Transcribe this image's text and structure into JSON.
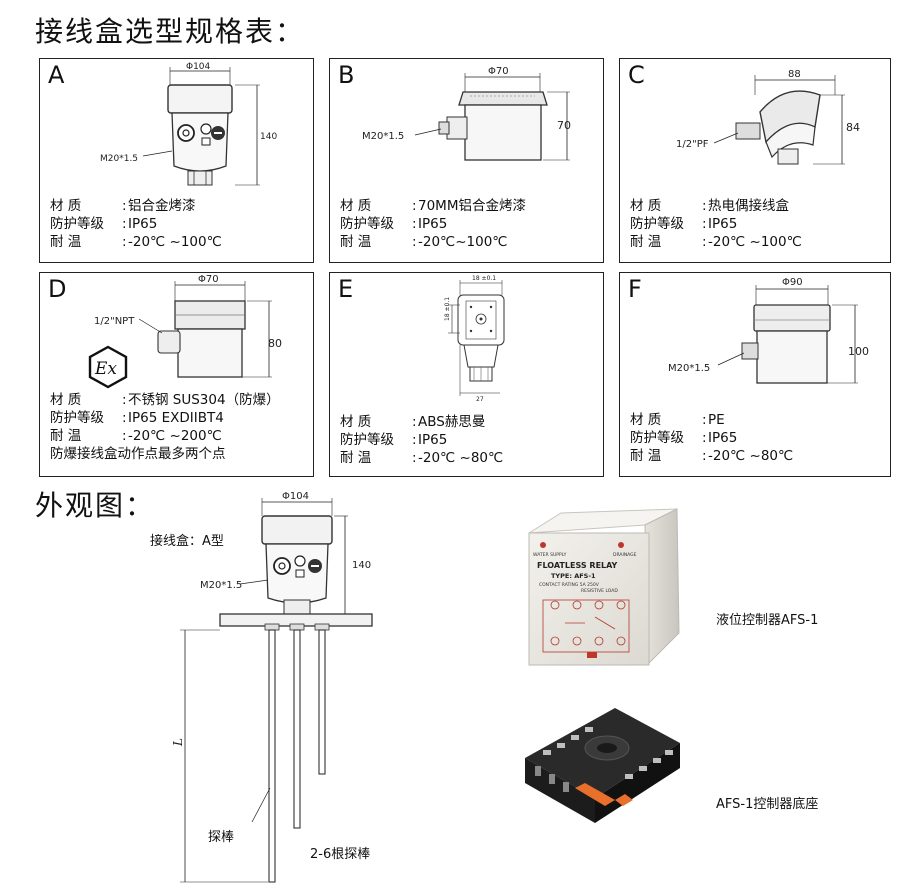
{
  "title": "接线盒选型规格表：",
  "labels": {
    "material": "材 质",
    "protection": "防护等级",
    "temperature": "耐 温"
  },
  "boxes": [
    {
      "letter": "A",
      "dim_d": "Φ104",
      "dim_h": "140",
      "thread": "M20*1.5",
      "material": "铝合金烤漆",
      "protection": "IP65",
      "temperature": "-20℃ ~100℃"
    },
    {
      "letter": "B",
      "dim_d": "Φ70",
      "dim_h": "70",
      "thread": "M20*1.5",
      "material": "70MM铝合金烤漆",
      "protection": "IP65",
      "temperature": "-20℃~100℃"
    },
    {
      "letter": "C",
      "dim_d": "88",
      "dim_h": "84",
      "thread": "1/2\"PF",
      "material": "热电偶接线盒",
      "protection": "IP65",
      "temperature": "-20℃ ~100℃"
    },
    {
      "letter": "D",
      "dim_d": "Φ70",
      "dim_h": "80",
      "thread": "1/2\"NPT",
      "material": "不锈钢 SUS304（防爆）",
      "protection": "IP65 EXDIIBT4",
      "temperature": "-20℃ ~200℃",
      "note": "防爆接线盒动作点最多两个点",
      "ex_mark": "Ex"
    },
    {
      "letter": "E",
      "dim_w": "18 ±0.1",
      "dim_h": "18 ±0.1",
      "dim_b": "27",
      "material": "ABS赫思曼",
      "protection": "IP65",
      "temperature": "-20℃ ~80℃"
    },
    {
      "letter": "F",
      "dim_d": "Φ90",
      "dim_h": "100",
      "thread": "M20*1.5",
      "material": "PE",
      "protection": "IP65",
      "temperature": "-20℃ ~80℃"
    }
  ],
  "appearance": {
    "title": "外观图：",
    "box_label": "接线盒：A型",
    "dim_d": "Φ104",
    "dim_h": "140",
    "thread": "M20*1.5",
    "length_label": "L",
    "probe_label": "探棒",
    "probes_label": "2-6根探棒"
  },
  "relay": {
    "caption": "液位控制器AFS-1",
    "water_supply": "WATER SUPPLY",
    "drainage": "DRAINAGE",
    "name": "FLOATLESS RELAY",
    "type": "TYPE: AFS-1",
    "rating": "CONTACT RATING 5A 250V",
    "load": "RESISTIVE LOAD"
  },
  "socket": {
    "caption": "AFS-1控制器底座"
  }
}
